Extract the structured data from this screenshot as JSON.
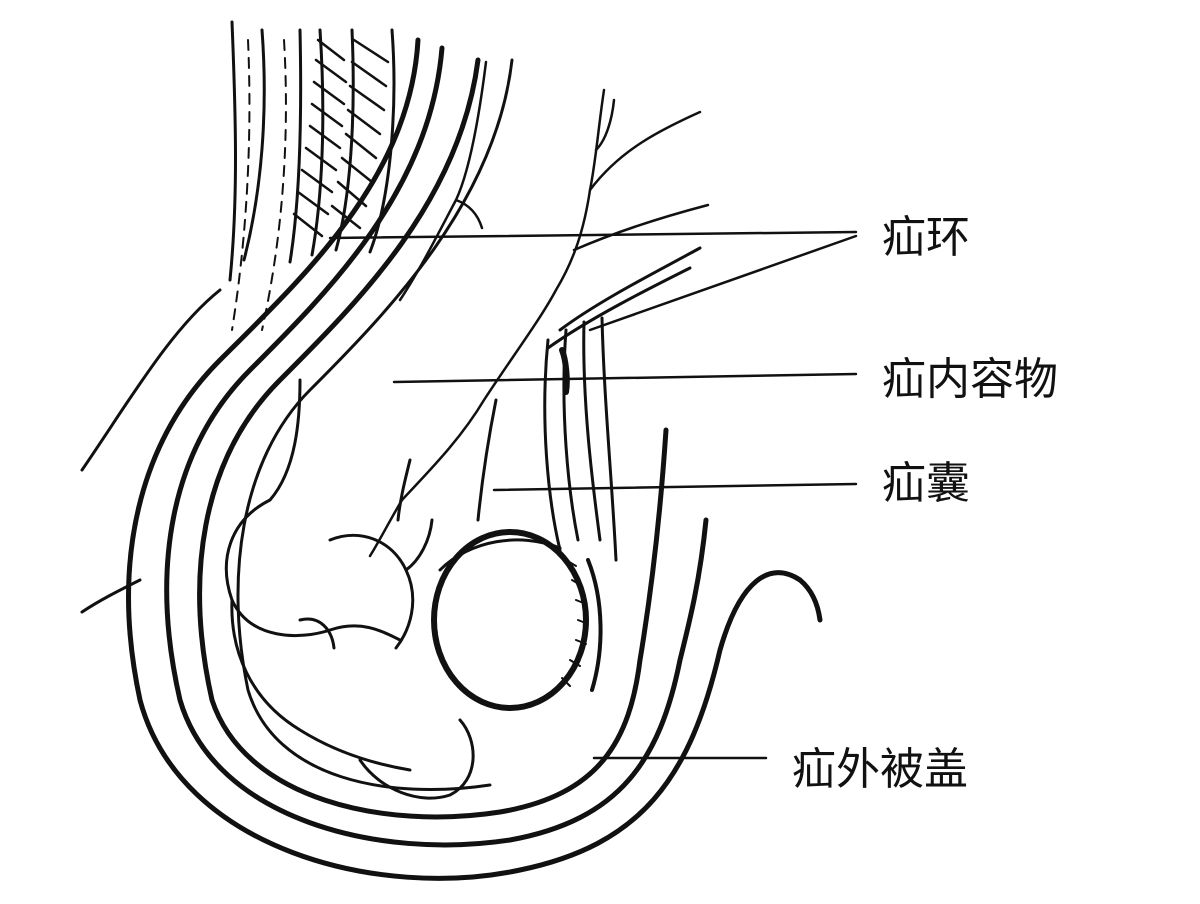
{
  "labels": {
    "hernia_ring": "疝环",
    "hernia_contents": "疝内容物",
    "hernia_sac": "疝囊",
    "hernia_coverings": "疝外被盖"
  },
  "colors": {
    "ink": "#111111",
    "background": "#ffffff"
  }
}
